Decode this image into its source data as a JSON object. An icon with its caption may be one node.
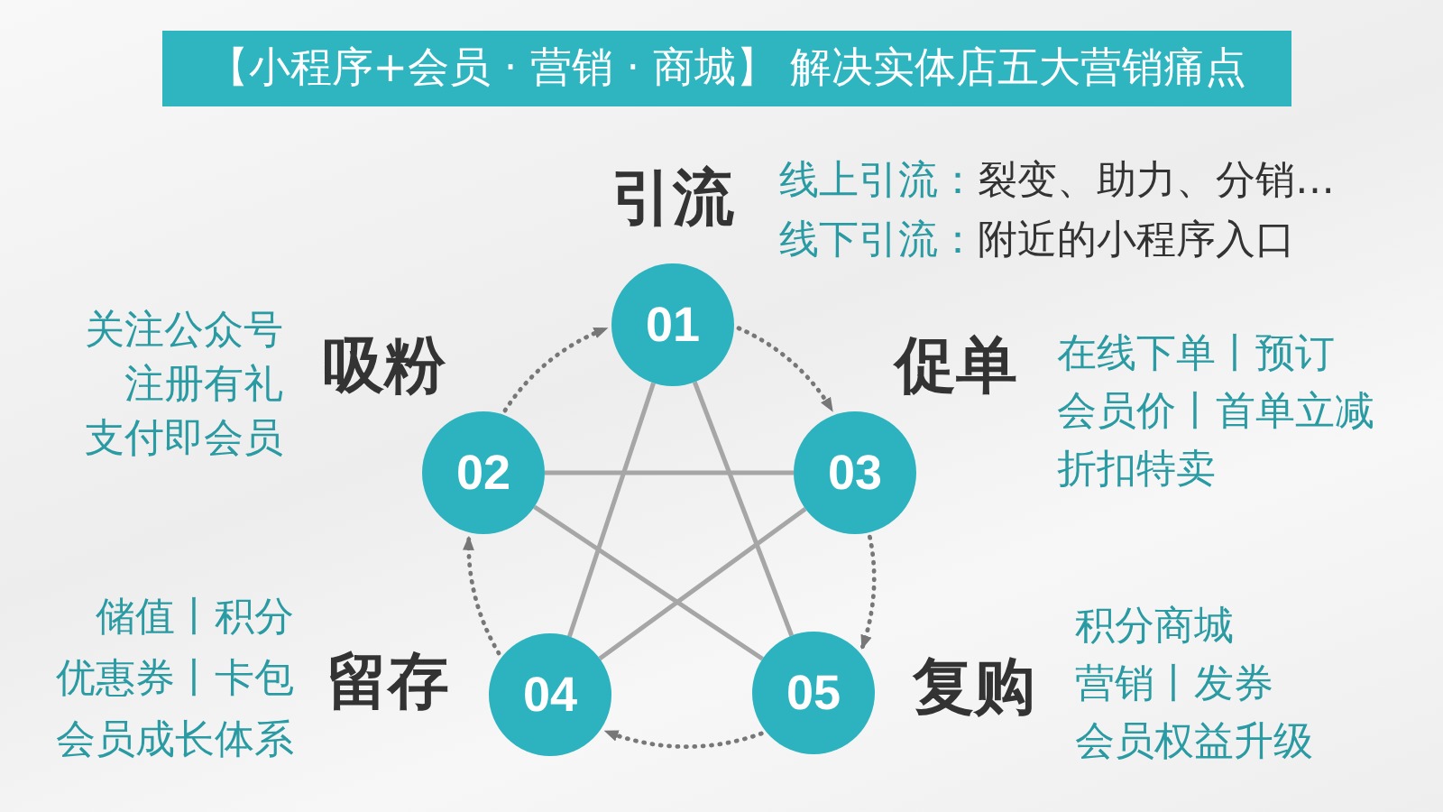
{
  "diagram": {
    "title": "【小程序+会员 · 营销 · 商城】 解决实体店五大营销痛点",
    "nodes": [
      {
        "text": [
          "01"
        ],
        "beside": [
          "引流",
          "线上引流：",
          "裂变、助力、分销…",
          "线下引流：",
          "附近的小程序入口"
        ]
      },
      {
        "text": [
          "02"
        ],
        "beside": [
          "吸粉",
          "关注公众号",
          "注册有礼",
          "支付即会员"
        ]
      },
      {
        "text": [
          "03"
        ],
        "beside": [
          "促单",
          "在线下单丨预订",
          "会员价丨首单立减",
          "折扣特卖"
        ]
      },
      {
        "text": [
          "04"
        ],
        "beside": [
          "留存",
          "储值丨积分",
          "优惠券丨卡包",
          "会员成长体系"
        ]
      },
      {
        "text": [
          "05"
        ],
        "beside": [
          "复购",
          "积分商城",
          "营销丨发券",
          "会员权益升级"
        ]
      }
    ],
    "edges": [
      {
        "from": 0,
        "to": 3,
        "arrow": "none"
      },
      {
        "from": 0,
        "to": 4,
        "arrow": "none"
      },
      {
        "from": 1,
        "to": 2,
        "arrow": "none"
      },
      {
        "from": 1,
        "to": 4,
        "arrow": "none"
      },
      {
        "from": 2,
        "to": 3,
        "arrow": "none"
      },
      {
        "from": 0,
        "to": 2,
        "arrow": "to",
        "style": "dashed",
        "color": "#777777"
      },
      {
        "from": 2,
        "to": 4,
        "arrow": "to",
        "style": "dashed",
        "color": "#777777"
      },
      {
        "from": 4,
        "to": 3,
        "arrow": "to",
        "style": "dashed",
        "color": "#777777"
      },
      {
        "from": 3,
        "to": 1,
        "arrow": "to",
        "style": "dashed",
        "color": "#777777"
      },
      {
        "from": 1,
        "to": 0,
        "arrow": "to",
        "style": "dashed",
        "color": "#777777"
      }
    ]
  }
}
